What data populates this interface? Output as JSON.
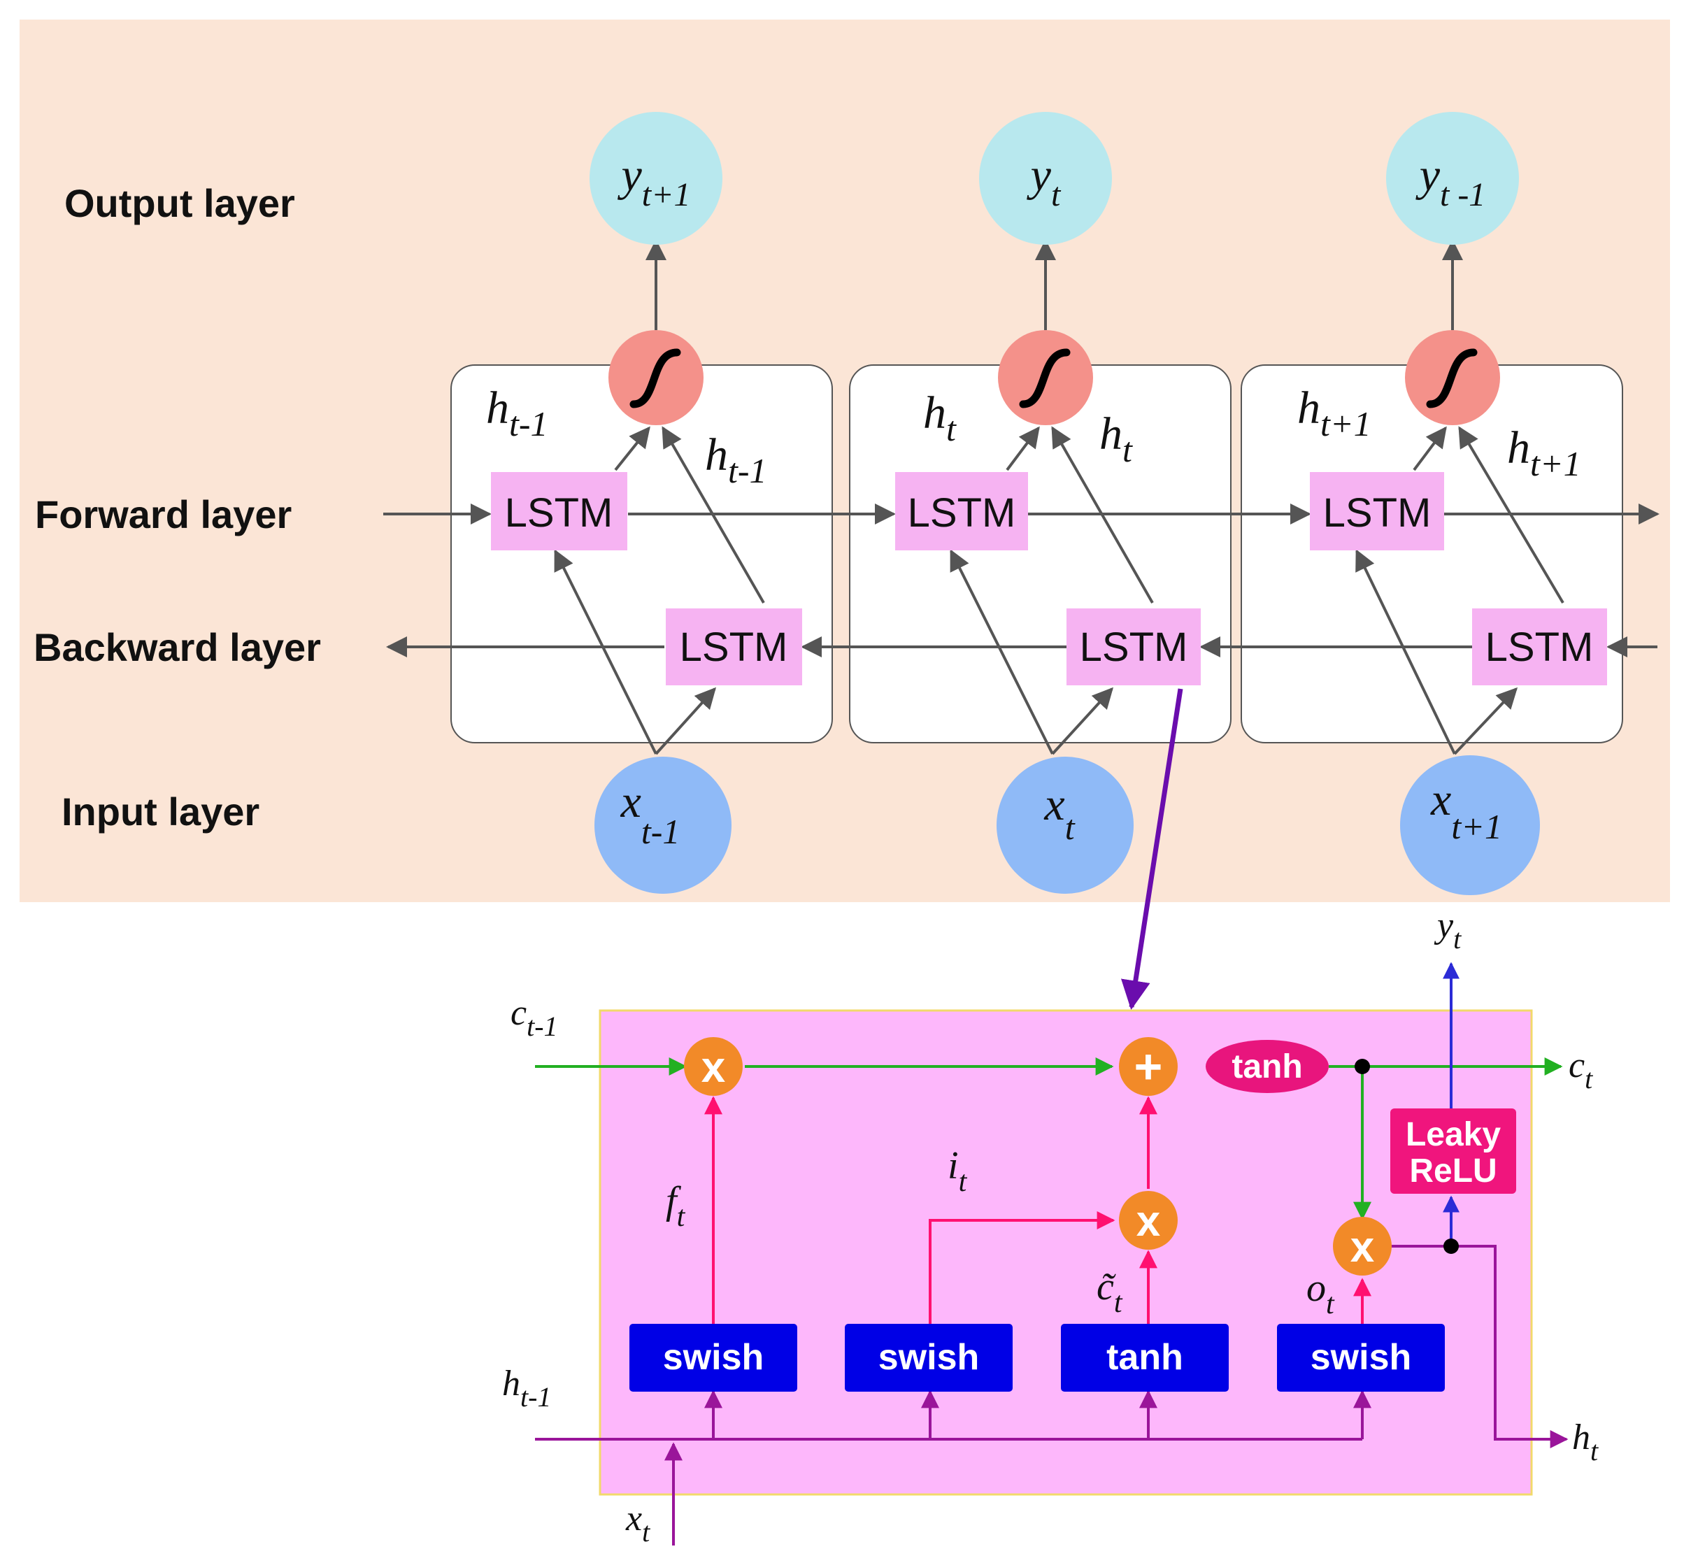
{
  "colors": {
    "panel_bg": "#fbe5d6",
    "output_node": "#b8e8ee",
    "input_node": "#8fbaf7",
    "sigmoid_node": "#f4918a",
    "lstm_box": "#f6b3f2",
    "cell_bg": "#fdb7fb",
    "gate_block": "#0000e6",
    "operator": "#f28a28",
    "tanh_pill": "#e8157d",
    "leaky_block": "#f0157d",
    "arrow_gray": "#555555",
    "purple_arrow": "#6a0dad",
    "cell_line": "#22b022",
    "gate_line": "#ff1070",
    "input_line": "#9a159a",
    "output_line": "#2b2bd6"
  },
  "layers": {
    "output": "Output layer",
    "forward": "Forward layer",
    "backward": "Backward layer",
    "input": "Input layer"
  },
  "columns": [
    {
      "output": {
        "base": "y",
        "sub": "t+1"
      },
      "left_hidden": {
        "base": "h",
        "sub": "t-1"
      },
      "right_hidden": {
        "base": "h",
        "sub": "t-1"
      },
      "input": {
        "base": "x",
        "sub": "t-1"
      }
    },
    {
      "output": {
        "base": "y",
        "sub": "t"
      },
      "left_hidden": {
        "base": "h",
        "sub": "t"
      },
      "right_hidden": {
        "base": "h",
        "sub": "t"
      },
      "input": {
        "base": "x",
        "sub": "t"
      }
    },
    {
      "output": {
        "base": "y",
        "sub": "t -1"
      },
      "left_hidden": {
        "base": "h",
        "sub": "t+1"
      },
      "right_hidden": {
        "base": "h",
        "sub": "t+1"
      },
      "input": {
        "base": "x",
        "sub": "t+1"
      }
    }
  ],
  "lstm_label": "LSTM",
  "sigmoid_icon": "sigmoid-curve-icon",
  "cell": {
    "c_prev": {
      "base": "c",
      "sub": "t-1"
    },
    "c_next": {
      "base": "c",
      "sub": "t"
    },
    "h_prev": {
      "base": "h",
      "sub": "t-1"
    },
    "h_next": {
      "base": "h",
      "sub": "t"
    },
    "x_in": {
      "base": "x",
      "sub": "t"
    },
    "y_out": {
      "base": "y",
      "sub": "t"
    },
    "f_gate": {
      "base": "f",
      "sub": "t"
    },
    "i_gate": {
      "base": "i",
      "sub": "t"
    },
    "c_tilde": {
      "base": "c̃",
      "sub": "t"
    },
    "o_gate": {
      "base": "o",
      "sub": "t"
    },
    "blocks": [
      "swish",
      "swish",
      "tanh",
      "swish"
    ],
    "tanh_label": "tanh",
    "leaky_line1": "Leaky",
    "leaky_line2": "ReLU",
    "multiply_symbol": "x",
    "add_symbol": "+"
  }
}
